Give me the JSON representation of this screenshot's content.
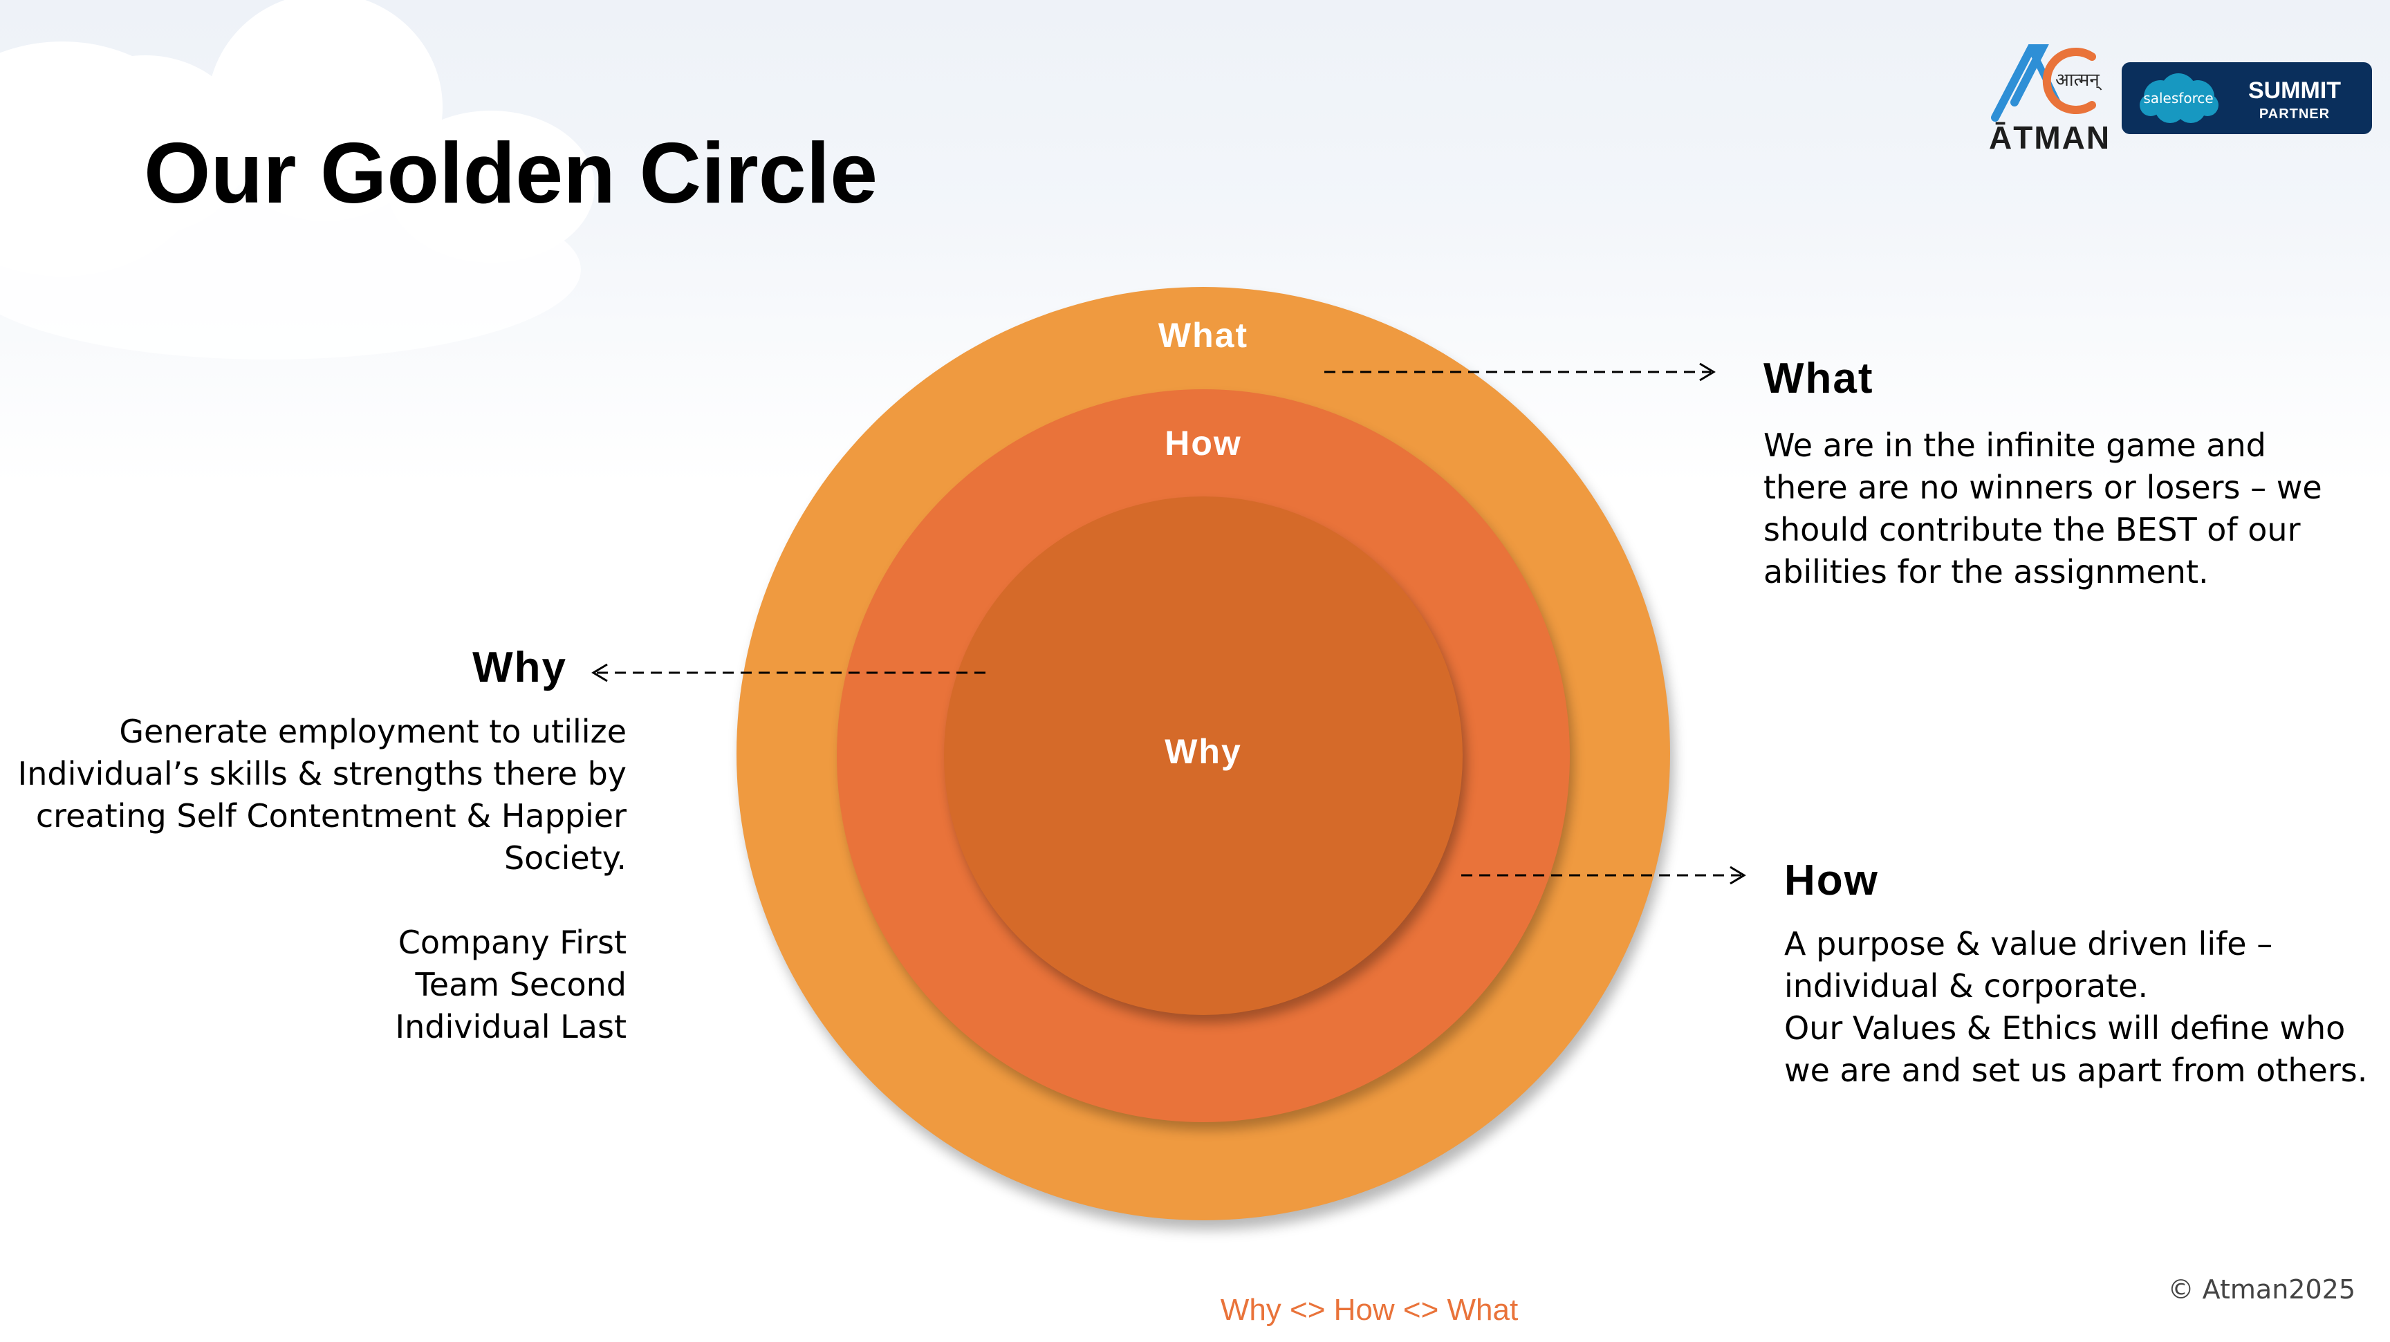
{
  "page": {
    "title": "Our Golden Circle",
    "footer": "Why <> How <> What",
    "copyright": "© Atman2025"
  },
  "logos": {
    "atman": {
      "word": "ĀTMAN",
      "hindi": "आत्मन्"
    },
    "salesforce": {
      "cloud_text": "salesforce",
      "line1": "SUMMIT",
      "line2": "PARTNER"
    }
  },
  "colors": {
    "outer_ring": "#ef9a40",
    "middle_ring": "#e9733a",
    "inner_circle": "#d56a29",
    "footer_text": "#e9733a",
    "badge_bg": "#0a2f5c",
    "salesforce_blue": "#1798c1"
  },
  "circle": {
    "outer_label": "What",
    "middle_label": "How",
    "inner_label": "Why"
  },
  "sections": {
    "what": {
      "heading": "What",
      "lines": [
        "We are in the infinite game and",
        "there are no winners or losers – we",
        "should contribute the BEST of our",
        "abilities for the assignment."
      ]
    },
    "why": {
      "heading": "Why",
      "lines": [
        "Generate employment to utilize",
        "Individual’s skills & strengths there by",
        "creating Self Contentment & Happier",
        "Society."
      ],
      "priorities": [
        "Company First",
        "Team Second",
        "Individual Last"
      ]
    },
    "how": {
      "heading": "How",
      "lines": [
        "A purpose & value driven life –",
        "individual & corporate.",
        "Our Values & Ethics will define who",
        "we are and set us apart from others."
      ]
    }
  }
}
